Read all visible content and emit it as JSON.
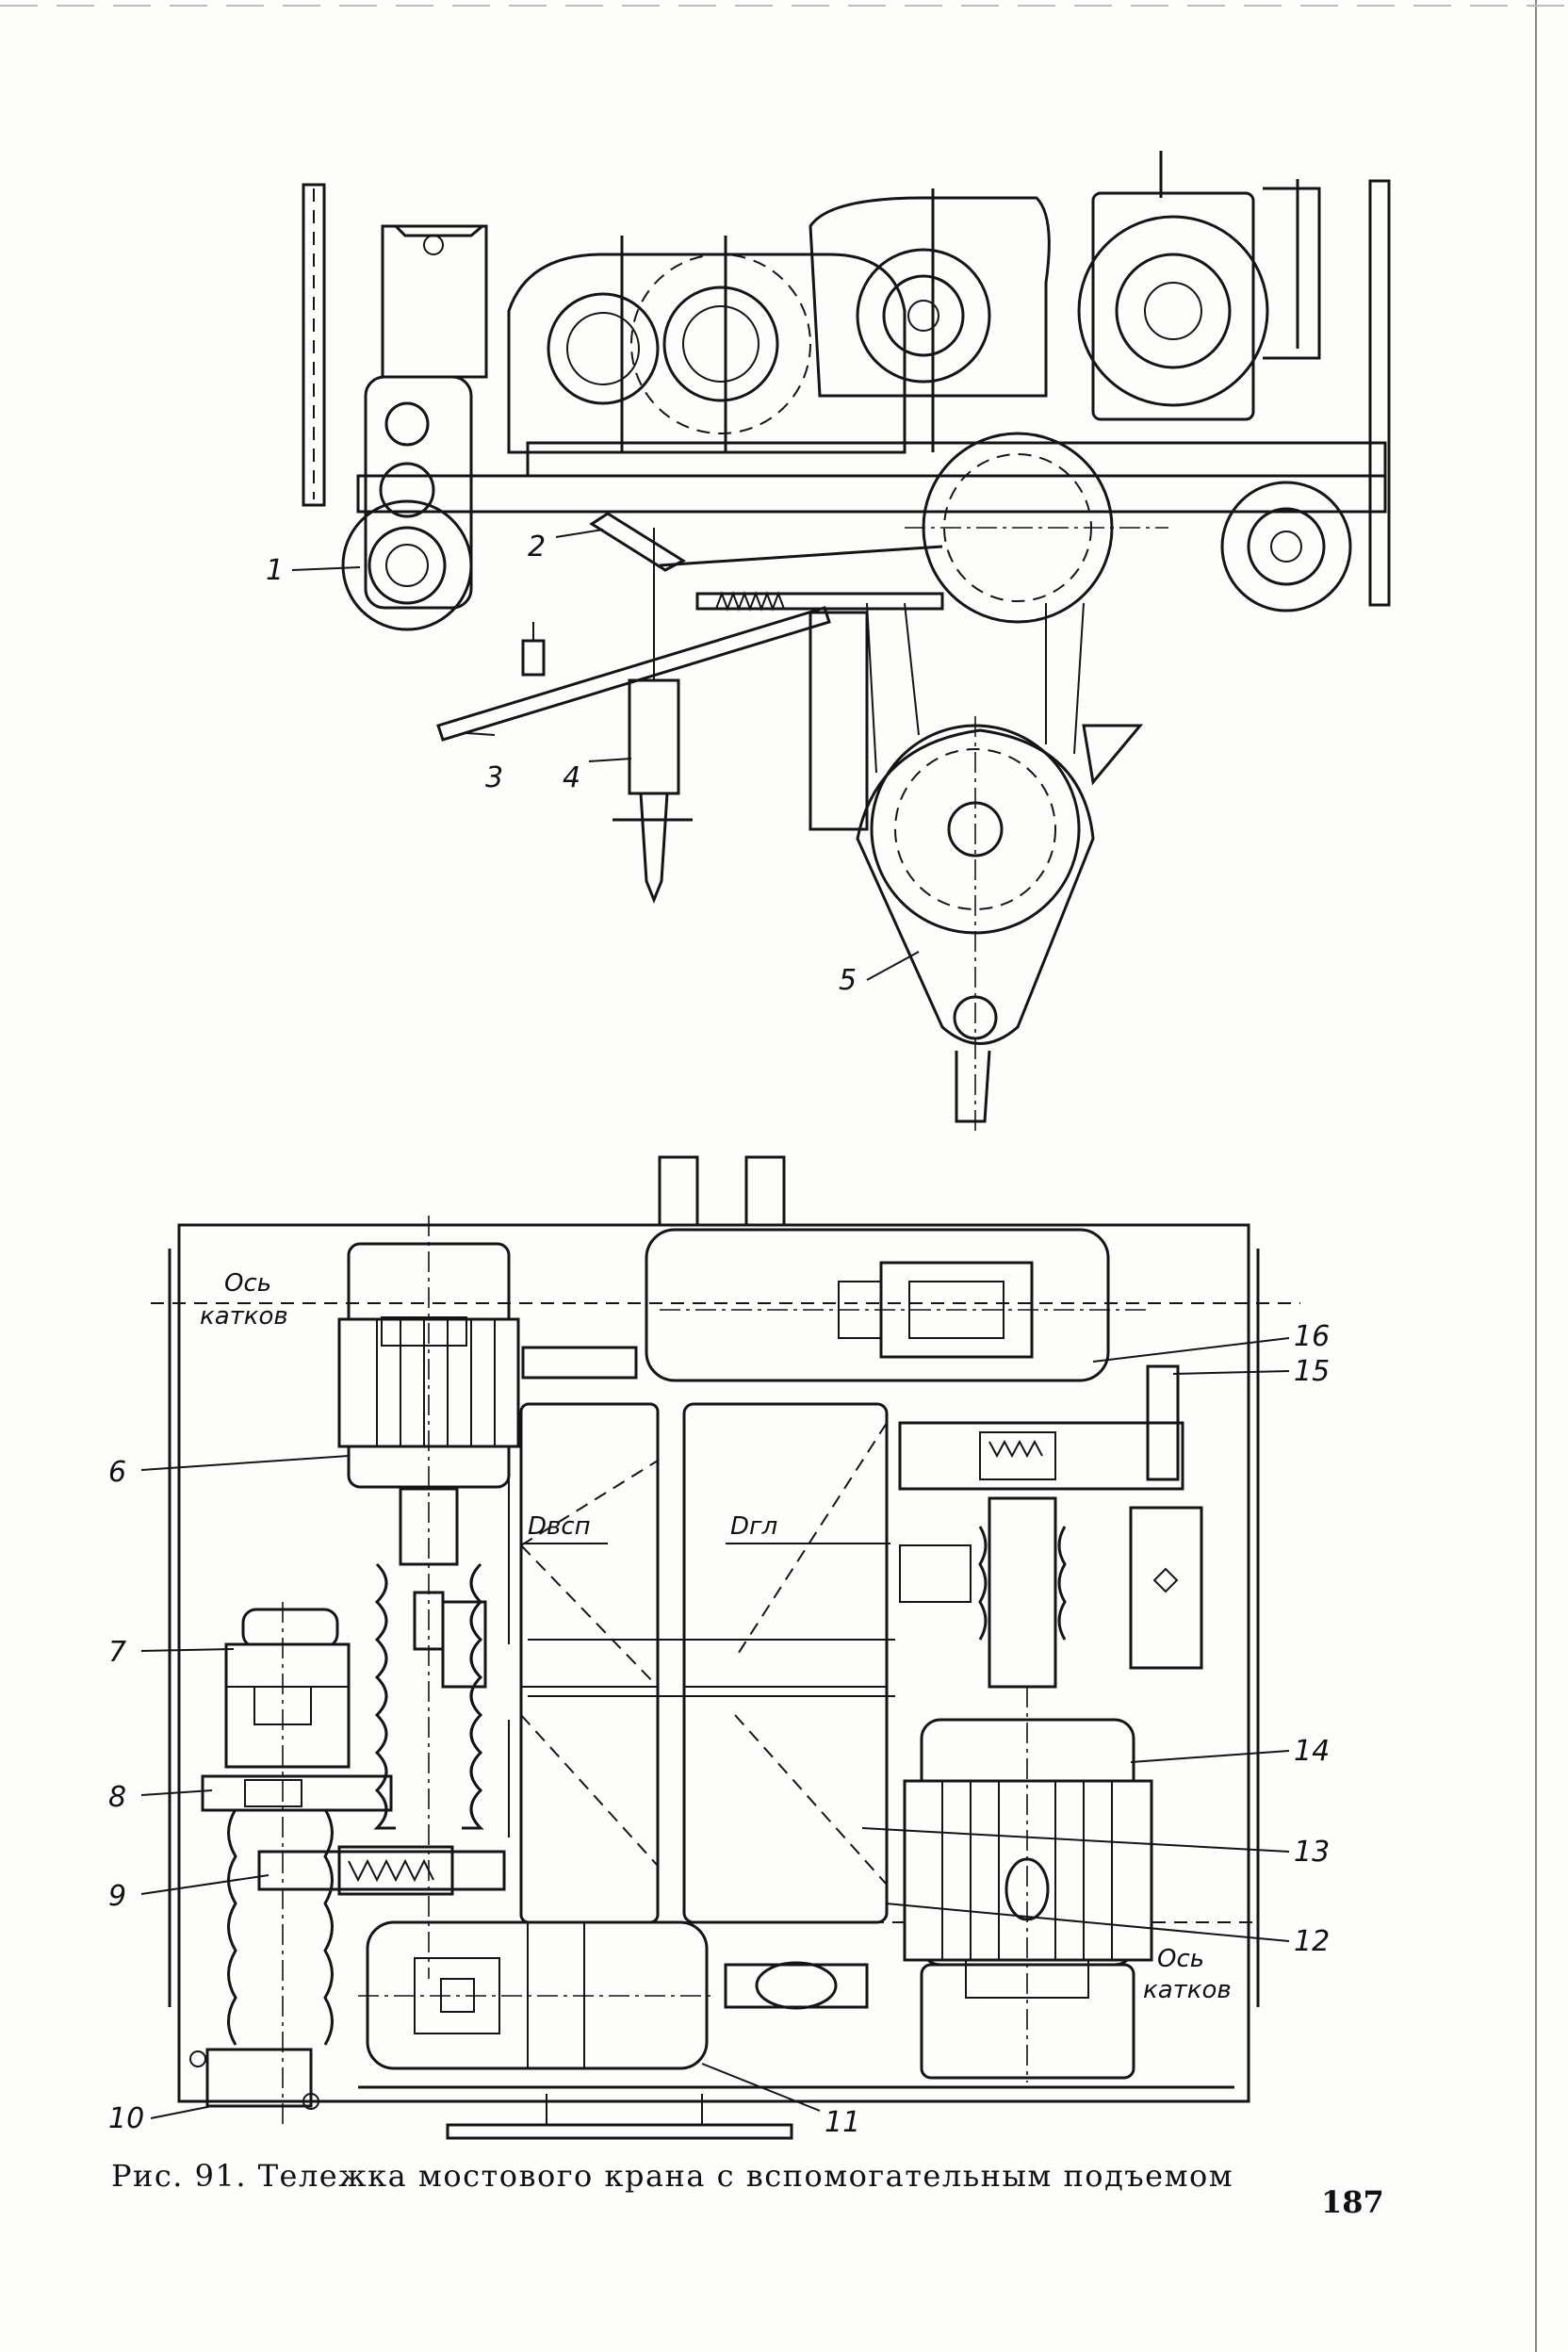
{
  "figure": {
    "caption": "Рис. 91. Тележка мостового крана с вспомогательным подъемом",
    "page_number": "187"
  },
  "top_view_labels": [
    "1",
    "2",
    "3",
    "4",
    "5"
  ],
  "plan_view": {
    "axis_label_top": [
      "Ось",
      "катков"
    ],
    "axis_label_bottom": [
      "Ось",
      "катков"
    ],
    "dim_aux": "Dвсп",
    "dim_main": "Dгл",
    "labels": [
      "6",
      "7",
      "8",
      "9",
      "10",
      "11",
      "12",
      "13",
      "14",
      "15",
      "16"
    ]
  }
}
